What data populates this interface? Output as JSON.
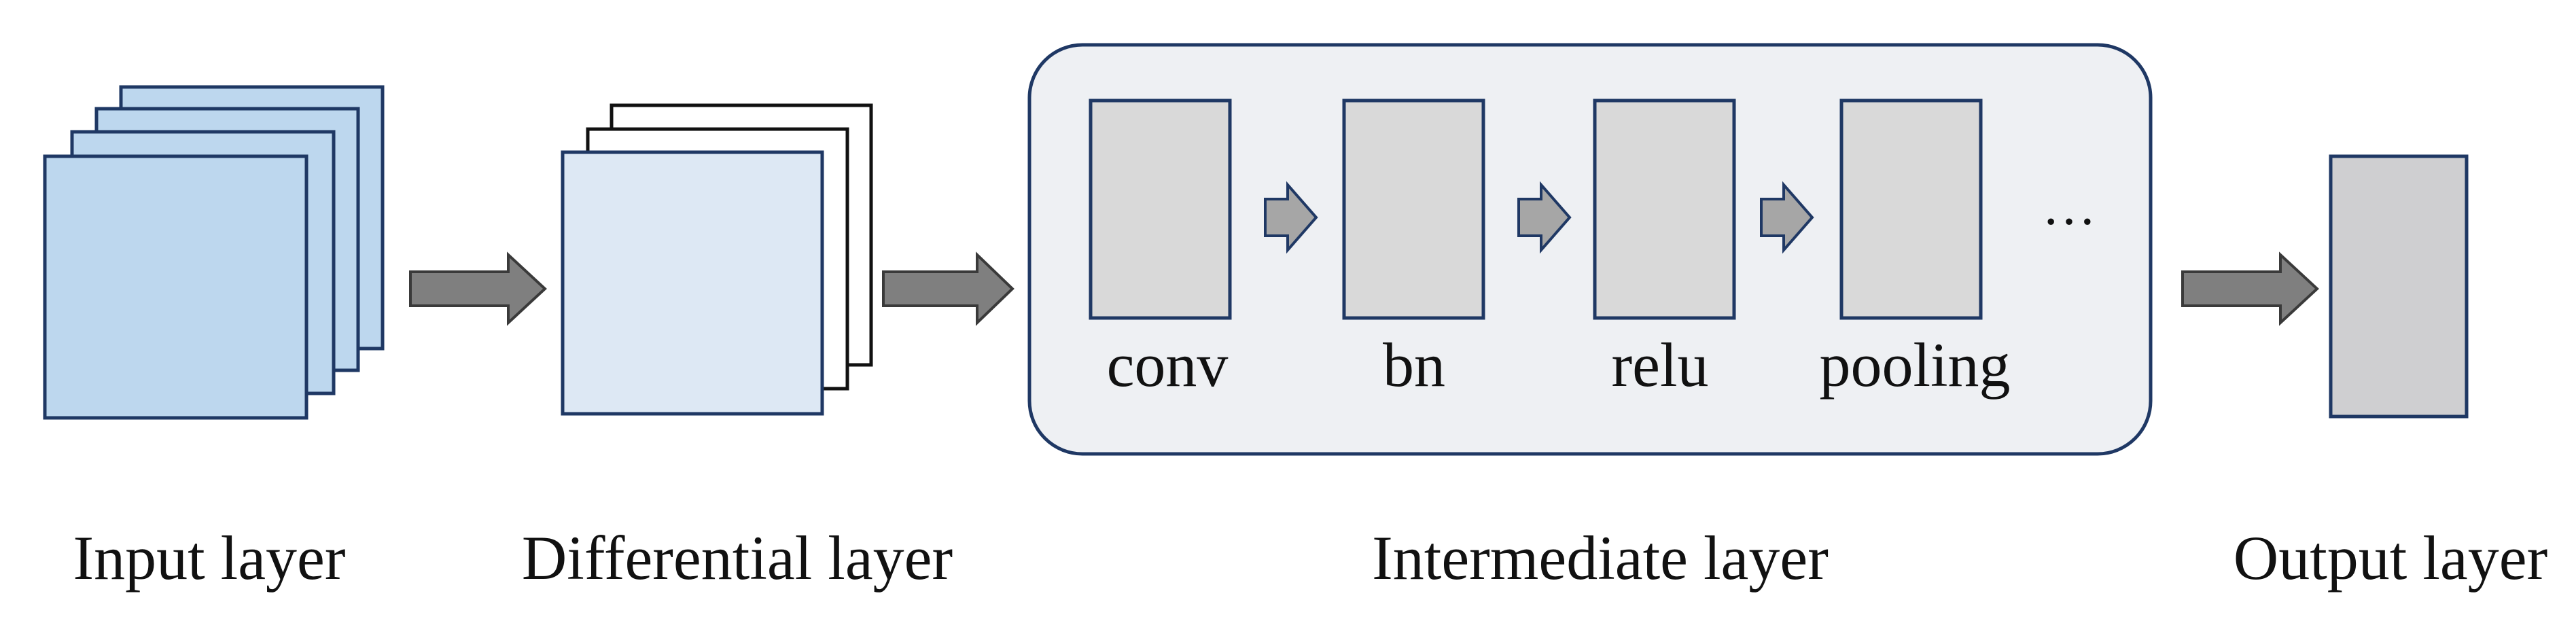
{
  "labels": {
    "input": "Input layer",
    "differential": "Differential layer",
    "intermediate": "Intermediate layer",
    "output": "Output layer"
  },
  "intermediate_ops": [
    "conv",
    "bn",
    "relu",
    "pooling"
  ],
  "ellipsis": "…",
  "colors": {
    "input_fill": "#bdd7ee",
    "input_stroke": "#1f3864",
    "diff_front_fill": "#dde8f4",
    "diff_back_fill": "#ffffff",
    "diff_stroke": "#1f3864",
    "panel_fill": "#eef0f3",
    "panel_stroke": "#1f3864",
    "block_fill": "#d9d9d9",
    "block_stroke": "#1f3864",
    "output_fill": "#cfcfd1",
    "arrow_fill": "#7f7f7f",
    "arrow_stroke": "#3a3a3a",
    "small_arrow_fill": "#a6a6a6"
  }
}
